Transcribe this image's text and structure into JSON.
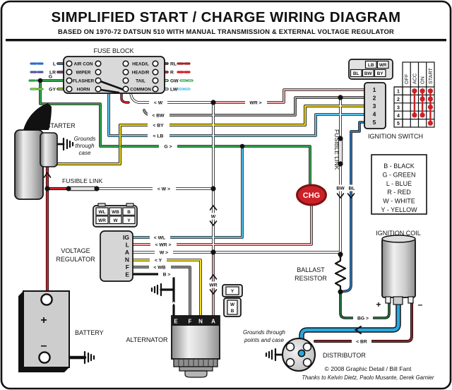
{
  "header": {
    "title": "SIMPLIFIED START / CHARGE WIRING DIAGRAM",
    "subtitle": "BASED ON 1970-72 DATSUN 510 WITH MANUAL TRANSMISSION & EXTERNAL VOLTAGE REGULATOR"
  },
  "fuse_block": {
    "label": "FUSE BLOCK",
    "left": [
      {
        "wire": "L",
        "name": "AIR CON"
      },
      {
        "wire": "LR",
        "name": "WIPER"
      },
      {
        "wire": "G",
        "name": "FLASHER"
      },
      {
        "wire": "GY",
        "name": "HORN"
      }
    ],
    "right": [
      {
        "name": "HEAD/L",
        "wire": "RL"
      },
      {
        "name": "HEAD/R",
        "wire": "R"
      },
      {
        "name": "TAIL",
        "wire": "GW"
      },
      {
        "name": "COMMON",
        "wire": "LW"
      }
    ]
  },
  "ignition_switch": {
    "label": "IGNITION SWITCH",
    "connector": {
      "top": [
        "LB",
        "WR"
      ],
      "bottom": [
        "BL",
        "BW",
        "BY"
      ]
    },
    "pins": [
      "1",
      "2",
      "3",
      "4",
      "5"
    ],
    "table": {
      "columns": [
        "OFF",
        "ACC",
        "ON",
        "START"
      ],
      "rows": [
        "1",
        "2",
        "3",
        "4",
        "5"
      ],
      "contacts": {
        "ACC": [
          1,
          4
        ],
        "ON": [
          1,
          2,
          4
        ],
        "START": [
          1,
          2,
          3,
          5
        ]
      }
    }
  },
  "legend": {
    "items": [
      "B - BLACK",
      "G - GREEN",
      "L - BLUE",
      "R - RED",
      "W - WHITE",
      "Y - YELLOW"
    ]
  },
  "voltage_regulator": {
    "label_line1": "VOLTAGE",
    "label_line2": "REGULATOR",
    "terminals": [
      "IG",
      "L",
      "A",
      "N",
      "F",
      "E"
    ],
    "connector": {
      "top": [
        "WL",
        "WB",
        "B"
      ],
      "bottom": [
        "WR",
        "W",
        "Y"
      ]
    }
  },
  "alternator": {
    "label": "ALTERNATOR",
    "terminals": [
      "E",
      "F",
      "N",
      "A"
    ]
  },
  "floating_connector": {
    "top": "Y",
    "bottom": [
      "W",
      "B"
    ]
  },
  "starter": {
    "label": "STARTER",
    "note": [
      "Grounds",
      "through",
      "case"
    ]
  },
  "battery": {
    "label": "BATTERY",
    "plus": "+",
    "minus": "–"
  },
  "ignition_coil": {
    "label": "IGNITION COIL",
    "plus": "+",
    "minus": "–"
  },
  "ballast_resistor": {
    "label_line1": "BALLAST",
    "label_line2": "RESISTOR"
  },
  "distributor": {
    "label": "DISTRIBUTOR",
    "note_line1": "Grounds through",
    "note_line2": "points and case"
  },
  "charge_lamp": {
    "label": "CHG"
  },
  "fusible_link": {
    "horizontal": "FUSIBLE LINK",
    "vertical": "FUSIBLE LINK"
  },
  "wire_labels": {
    "w_left": "< W",
    "bw_left": "< BW",
    "by_left": "< BY",
    "lb_left": "< LB",
    "g_right": "G >",
    "wr_right": "WR >",
    "w_link": "< W >",
    "wl_reg": "< WL",
    "wr_reg": "< WR >",
    "w_reg": "W >",
    "y_reg": "< Y",
    "wb_reg": "< WB",
    "b_reg": "B >",
    "w_vert": "W",
    "wr_vert": "WR",
    "bw_vert": "BW",
    "bl_vert": "BL",
    "bg": "BG >",
    "br": "< BR"
  },
  "footer": {
    "copyright": "© 2008 Graphic Detail / Bill Fant",
    "thanks": "Thanks to Kelvin Dietz, Paolo Musante, Derek Garnier"
  },
  "colors": {
    "red": "#d21f26",
    "green": "#2fa048",
    "dark_green": "#1e6b3a",
    "blue": "#2a6fc9",
    "light_blue": "#56c1ea",
    "cyan": "#45bde8",
    "mid_blue": "#2472bb",
    "thick_blue": "#29a8e0",
    "yellow": "#f5e01c",
    "pink": "#efa9a9",
    "gray": "#9c9c9c",
    "maroon": "#9b2026",
    "white_wire": "#fafafa",
    "link_gray": "#e6e6e6",
    "lamp_red": "#cb2027",
    "lamp_border": "#7e1114",
    "table_red": "#cc2128"
  }
}
